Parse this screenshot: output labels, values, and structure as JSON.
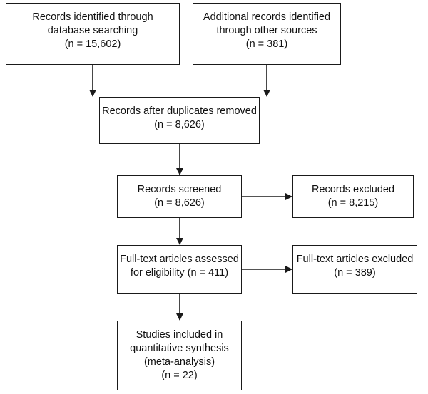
{
  "diagram": {
    "boxes": {
      "identified_db": {
        "lines": [
          "Records identified through",
          "database searching",
          "(n = 15,602)"
        ]
      },
      "identified_other": {
        "lines": [
          "Additional records identified",
          "through other sources",
          "(n =  381)"
        ]
      },
      "after_duplicates": {
        "lines": [
          "Records after duplicates removed",
          "(n = 8,626)"
        ]
      },
      "screened": {
        "lines": [
          "Records screened",
          "(n = 8,626)"
        ]
      },
      "excluded": {
        "lines": [
          "Records excluded",
          "(n = 8,215)"
        ]
      },
      "fulltext_assessed": {
        "lines": [
          "Full-text articles assessed",
          "for eligibility (n = 411)"
        ]
      },
      "fulltext_excluded": {
        "lines": [
          "Full-text articles excluded",
          "(n = 389)"
        ]
      },
      "included": {
        "lines": [
          "Studies included in",
          "quantitative synthesis",
          "(meta-analysis)",
          "(n = 22)"
        ]
      }
    },
    "colors": {
      "stroke": "#1a1a1a",
      "text": "#111111",
      "background": "#ffffff"
    }
  }
}
